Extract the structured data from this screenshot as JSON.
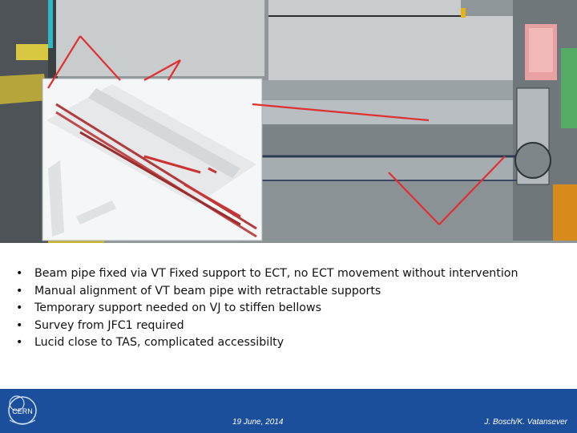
{
  "bullets": [
    {
      "marker": "•",
      "text": "Beam pipe fixed via VT Fixed support to ECT, no ECT movement without intervention"
    },
    {
      "marker": "•",
      "text": "Manual alignment of VT beam pipe with retractable supports"
    },
    {
      "marker": "•",
      "text": "Temporary support needed on VJ to stiffen bellows"
    },
    {
      "marker": "•",
      "text": "Survey from JFC1 required"
    },
    {
      "marker": "•",
      "text": "Lucid close to TAS, complicated accessibilty"
    }
  ],
  "footer": {
    "date": "19 June, 2014",
    "author": "J. Bosch/K. Vatansever",
    "logo_text": "CERN",
    "background": "#1b4f9c"
  },
  "figure": {
    "callout_color": "#e03030",
    "icons": [
      "cad-cross-section",
      "cad-inset-detail",
      "cern-logo"
    ]
  }
}
